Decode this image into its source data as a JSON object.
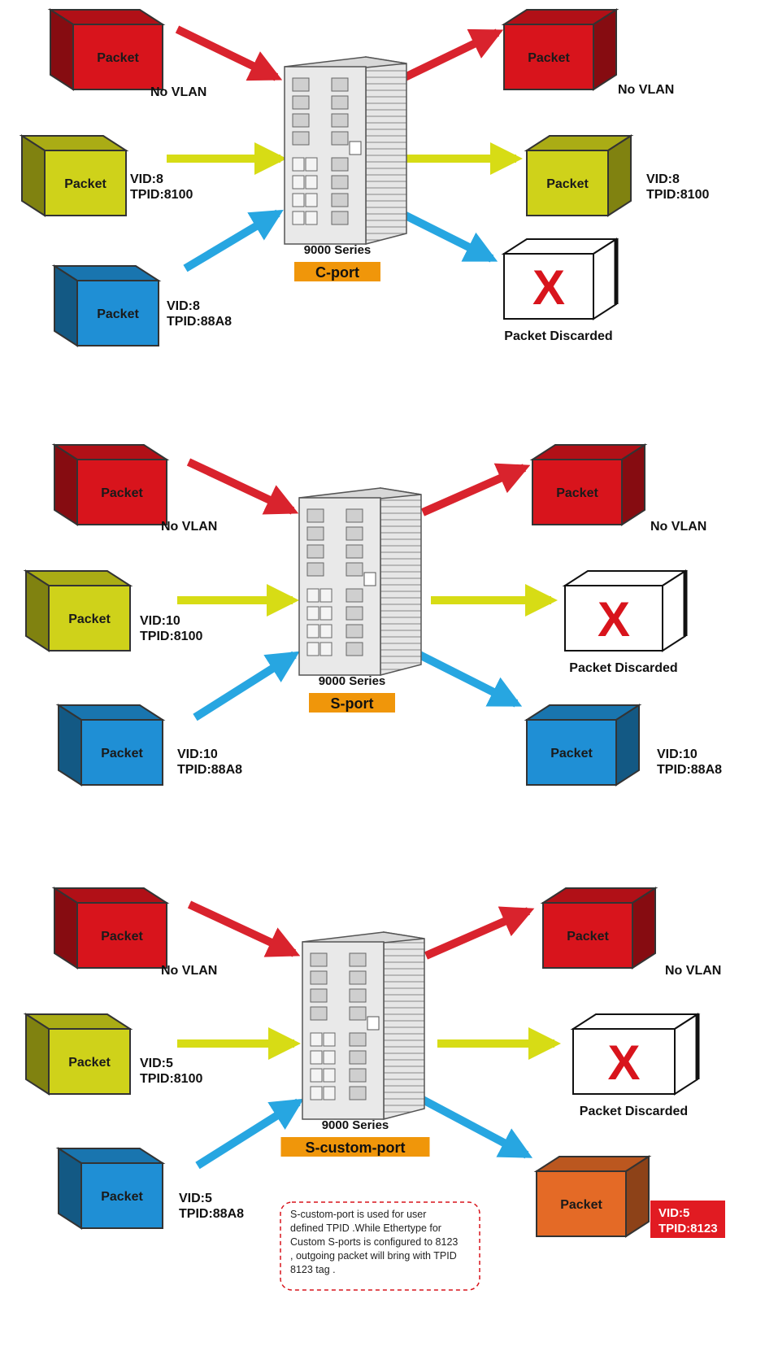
{
  "colors": {
    "red": "#d8141c",
    "yellow": "#cfd21a",
    "blue": "#1f8fd5",
    "orange": "#e46a26",
    "port_badge": "#f0960a",
    "arrow_red": "#d9232d",
    "arrow_yellow": "#d7dc15",
    "arrow_blue": "#27a6e1"
  },
  "panels": [
    {
      "series_label": "9000 Series",
      "port_label": "C-port",
      "inputs": [
        {
          "packet_text": "Packet",
          "label1": "No VLAN",
          "label2": ""
        },
        {
          "packet_text": "Packet",
          "label1": "VID:8",
          "label2": "TPID:8100"
        },
        {
          "packet_text": "Packet",
          "label1": "VID:8",
          "label2": "TPID:88A8"
        }
      ],
      "outputs": [
        {
          "packet_text": "Packet",
          "label1": "No VLAN",
          "label2": ""
        },
        {
          "packet_text": "Packet",
          "label1": "VID:8",
          "label2": "TPID:8100"
        },
        {
          "discarded": true,
          "x_text": "X",
          "label1": "Packet Discarded"
        }
      ]
    },
    {
      "series_label": "9000 Series",
      "port_label": "S-port",
      "inputs": [
        {
          "packet_text": "Packet",
          "label1": "No VLAN",
          "label2": ""
        },
        {
          "packet_text": "Packet",
          "label1": "VID:10",
          "label2": "TPID:8100"
        },
        {
          "packet_text": "Packet",
          "label1": "VID:10",
          "label2": "TPID:88A8"
        }
      ],
      "outputs": [
        {
          "packet_text": "Packet",
          "label1": "No VLAN",
          "label2": ""
        },
        {
          "discarded": true,
          "x_text": "X",
          "label1": "Packet Discarded"
        },
        {
          "packet_text": "Packet",
          "label1": "VID:10",
          "label2": "TPID:88A8"
        }
      ]
    },
    {
      "series_label": "9000 Series",
      "port_label": "S-custom-port",
      "inputs": [
        {
          "packet_text": "Packet",
          "label1": "No VLAN",
          "label2": ""
        },
        {
          "packet_text": "Packet",
          "label1": "VID:5",
          "label2": "TPID:8100"
        },
        {
          "packet_text": "Packet",
          "label1": "VID:5",
          "label2": "TPID:88A8"
        }
      ],
      "outputs": [
        {
          "packet_text": "Packet",
          "label1": "No VLAN",
          "label2": ""
        },
        {
          "discarded": true,
          "x_text": "X",
          "label1": "Packet Discarded"
        },
        {
          "packet_text": "Packet",
          "label1": "VID:5",
          "label2": "TPID:8123"
        }
      ]
    }
  ],
  "note": {
    "lines": [
      "S-custom-port is used for user",
      "defined TPID  .While Ethertype for",
      "Custom S-ports is configured to 8123",
      ", outgoing packet will bring with TPID",
      "8123 tag ."
    ]
  }
}
